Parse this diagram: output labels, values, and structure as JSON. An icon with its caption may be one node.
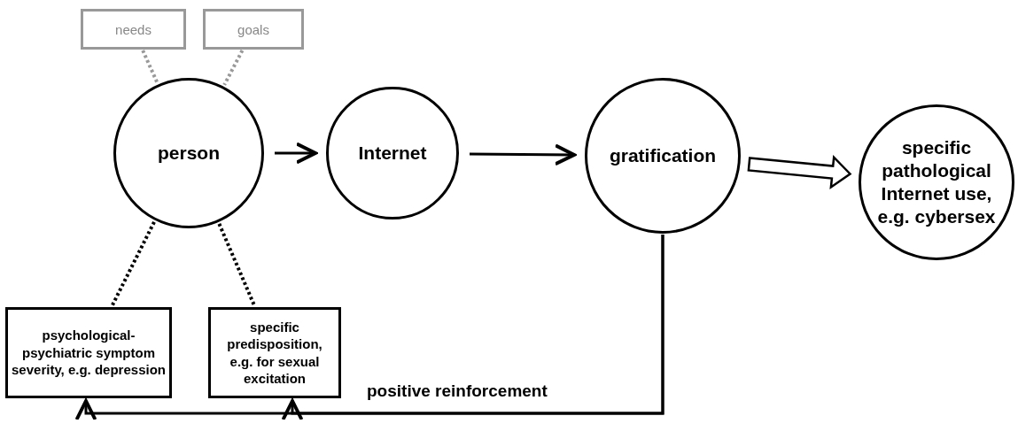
{
  "diagram": {
    "nodes": [
      {
        "text": [
          "needs"
        ]
      },
      {
        "text": [
          "goals"
        ]
      },
      {
        "text": [
          "person"
        ]
      },
      {
        "text": [
          "Internet"
        ]
      },
      {
        "text": [
          "gratification"
        ]
      },
      {
        "text": [
          "specific pathological Internet use, e.g. cybersex"
        ]
      },
      {
        "text": [
          "psychological-psychiatric symptom severity, e.g. depression"
        ]
      },
      {
        "text": [
          "specific predisposition, e.g. for sexual excitation"
        ]
      }
    ],
    "edges": [
      {
        "from": 0,
        "to": 2,
        "arrow": "none",
        "style": "dashed",
        "color": "#999999"
      },
      {
        "from": 1,
        "to": 2,
        "arrow": "none",
        "style": "dashed",
        "color": "#999999"
      },
      {
        "from": 2,
        "to": 6,
        "arrow": "none",
        "style": "dashed"
      },
      {
        "from": 2,
        "to": 7,
        "arrow": "none",
        "style": "dashed"
      },
      {
        "from": 2,
        "to": 3,
        "arrow": "to"
      },
      {
        "from": 3,
        "to": 4,
        "arrow": "to"
      },
      {
        "from": 4,
        "to": 5,
        "arrow": "to",
        "style": "thick"
      },
      {
        "from": 4,
        "to": 6,
        "arrow": "to",
        "label": "positive reinforcement"
      },
      {
        "from": 4,
        "to": 7,
        "arrow": "to"
      }
    ]
  }
}
